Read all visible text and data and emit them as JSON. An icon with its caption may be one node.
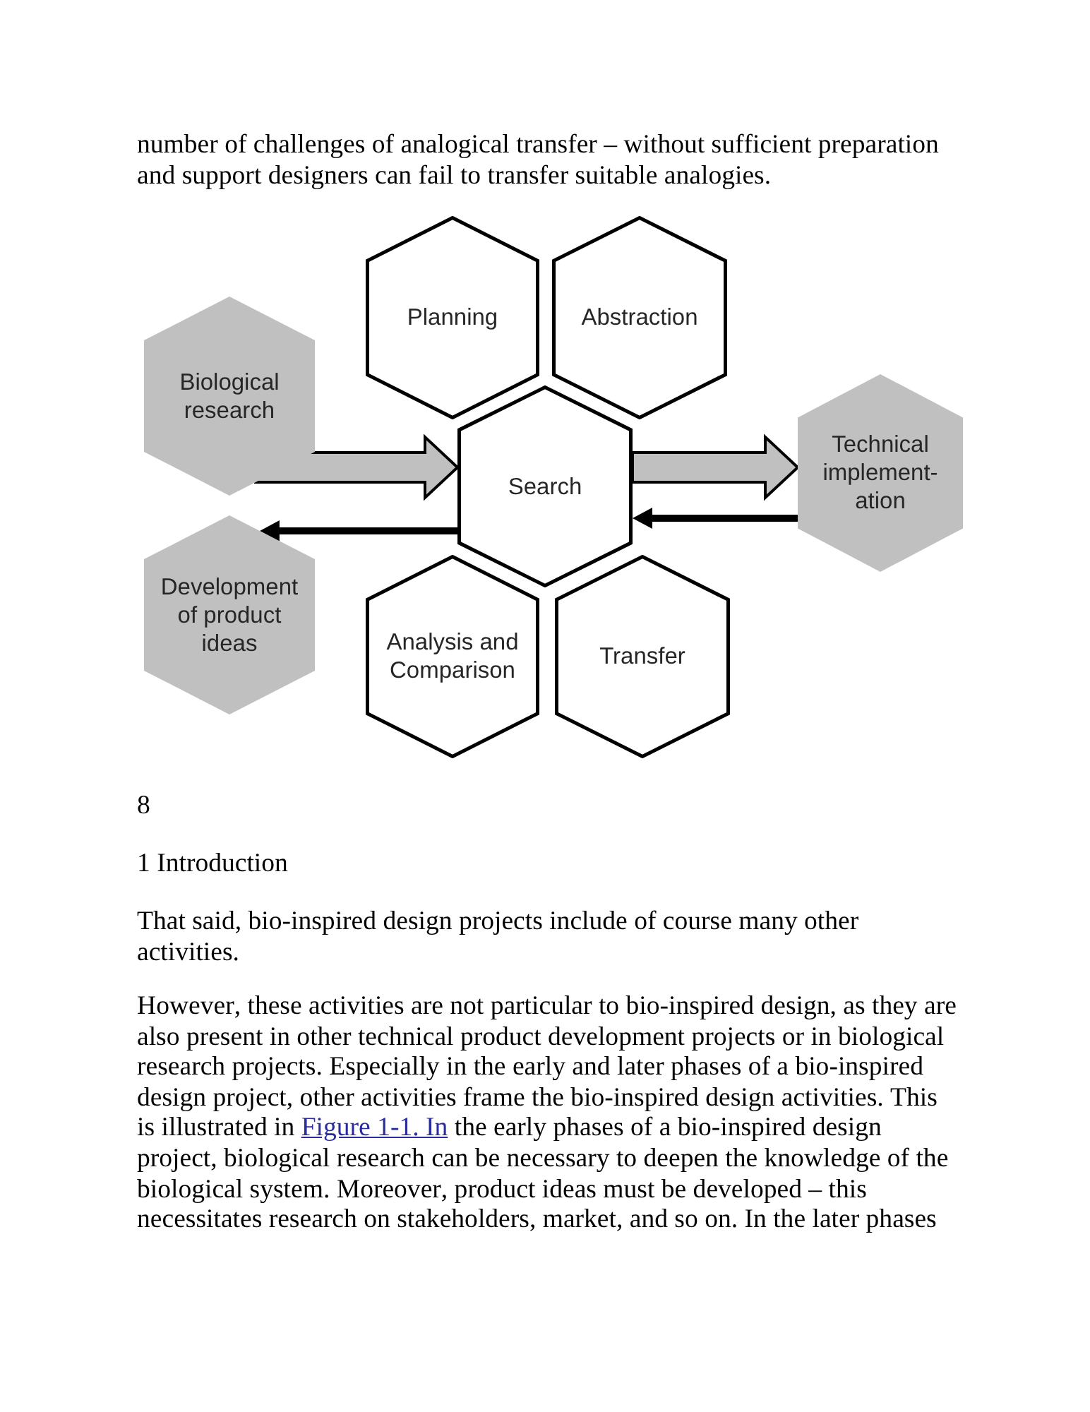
{
  "diagram": {
    "nodes": [
      {
        "text": [
          "Planning"
        ]
      },
      {
        "text": [
          "Abstraction"
        ]
      },
      {
        "text": [
          "Biological research"
        ]
      },
      {
        "text": [
          "Search"
        ]
      },
      {
        "text": [
          "Technical implement- ation"
        ]
      },
      {
        "text": [
          "Development of product ideas"
        ]
      },
      {
        "text": [
          "Analysis and Comparison"
        ]
      },
      {
        "text": [
          "Transfer"
        ]
      }
    ],
    "edges": [
      {
        "from": 2,
        "to": 3,
        "arrow": "to",
        "style": "thick"
      },
      {
        "from": 3,
        "to": 5,
        "arrow": "to"
      },
      {
        "from": 3,
        "to": 4,
        "arrow": "to",
        "style": "thick"
      },
      {
        "from": 4,
        "to": 3,
        "arrow": "to"
      }
    ],
    "labels": [
      "number of challenges of analogical transfer – without sufficient preparation and support designers can fail to transfer suitable analogies.",
      "8",
      "1 Introduction",
      "That said, bio-inspired design projects include of course many other activities.",
      "However, these activities are not particular to bio-inspired design, as they are also present in other technical product development projects or in biological research projects. Especially in the early and later phases of a bio-inspired design project, other activities frame the bio-inspired design activities. This is illustrated in",
      "Figure 1-1. In",
      "the early phases of a bio-inspired design project, biological research can be necessary to deepen the knowledge of the biological system. Moreover, product ideas must be developed – this necessitates research on stakeholders, market, and so on. In the later phases"
    ]
  }
}
